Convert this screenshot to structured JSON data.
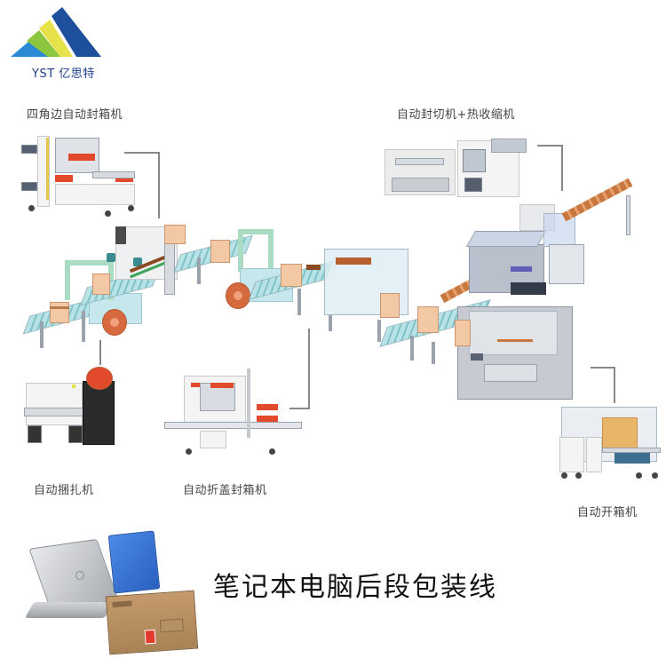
{
  "logo": {
    "text": "YST 亿思特",
    "colors": {
      "dark_blue": "#1d4f9c",
      "light_blue": "#2a8ad4",
      "yellow": "#e6e24a",
      "green": "#8cc63f"
    }
  },
  "title": "笔记本电脑后段包装线",
  "machines": [
    {
      "id": "corner-case-sealer",
      "label": "四角边自动封箱机"
    },
    {
      "id": "sealer-shrink",
      "label": "自动封切机+热收缩机"
    },
    {
      "id": "strapping",
      "label": "自动捆扎机"
    },
    {
      "id": "fold-sealer",
      "label": "自动折盖封箱机"
    },
    {
      "id": "erector",
      "label": "自动开箱机"
    }
  ],
  "products": [
    {
      "name": "laptop",
      "icon": "laptop-icon"
    },
    {
      "name": "ssd",
      "icon": "ssd-icon",
      "color": "#2f6ed6"
    },
    {
      "name": "carton",
      "icon": "carton-box-icon",
      "color": "#b08a5e"
    }
  ],
  "colors": {
    "connector": "#888888",
    "roller": "#b8e3e6",
    "carton": "#f3c9a5",
    "accent_red": "#e24a2c",
    "strap_reel": "#d7693e"
  }
}
